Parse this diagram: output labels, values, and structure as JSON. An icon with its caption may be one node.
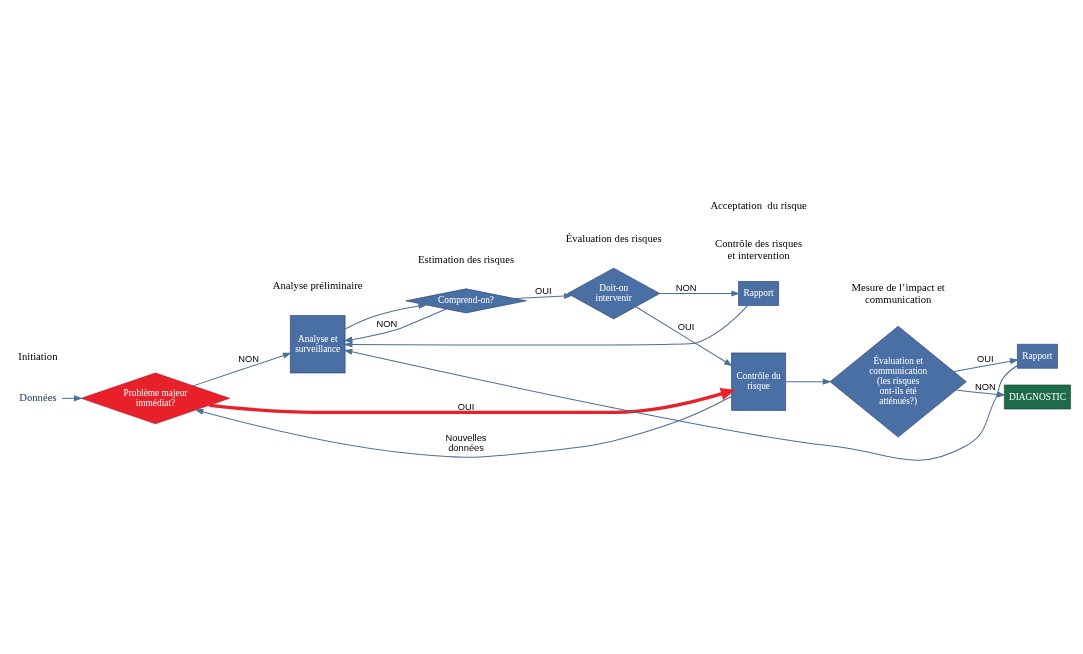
{
  "diagram": {
    "nodes": [
      {
        "text": [
          "Données"
        ]
      },
      {
        "text": [
          "Problème majeur immédiat?"
        ]
      },
      {
        "text": [
          "Analyse et surveillance"
        ]
      },
      {
        "text": [
          "Comprend-on?"
        ]
      },
      {
        "text": [
          "Doit-on intervenir"
        ]
      },
      {
        "text": [
          "Contrôle du risque"
        ]
      },
      {
        "text": [
          "Évaluation et communication",
          "(les risques ont-ils été atténués?)"
        ]
      },
      {
        "text": [
          "DIAGNOSTIC"
        ]
      },
      {
        "text": [
          "Rapport"
        ]
      },
      {
        "text": [
          "Rapport"
        ]
      }
    ],
    "edges": [
      {
        "from": 0,
        "to": 1,
        "arrow": "to"
      },
      {
        "from": 1,
        "to": 5,
        "arrow": "to",
        "label": "OUI",
        "style": "thick",
        "color": "#e8202a"
      },
      {
        "from": 1,
        "to": 2,
        "arrow": "to",
        "label": "NON"
      },
      {
        "from": 2,
        "to": 3,
        "arrow": "to"
      },
      {
        "from": 3,
        "to": 2,
        "arrow": "to",
        "label": "NON"
      },
      {
        "from": 3,
        "to": 4,
        "arrow": "to",
        "label": "OUI"
      },
      {
        "from": 4,
        "to": 5,
        "arrow": "to",
        "label": "OUI"
      },
      {
        "from": 4,
        "to": 8,
        "arrow": "to",
        "label": "NON"
      },
      {
        "from": 5,
        "to": 6,
        "arrow": "to"
      },
      {
        "from": 6,
        "to": 7,
        "arrow": "to",
        "label": "NON"
      },
      {
        "from": 6,
        "to": 9,
        "arrow": "to",
        "label": "OUI"
      },
      {
        "from": 8,
        "to": 2,
        "arrow": "to"
      },
      {
        "from": 9,
        "to": 2,
        "arrow": "to"
      },
      {
        "from": 5,
        "to": 1,
        "arrow": "to",
        "label": "Nouvelles données"
      }
    ],
    "labels": [
      "Initiation",
      "Analyse préliminaire",
      "Estimation des risques",
      "Évaluation des risques",
      "Contrôle des risques et intervention",
      "Mesure de l’impact et communication",
      "Acceptation  du risque"
    ]
  }
}
